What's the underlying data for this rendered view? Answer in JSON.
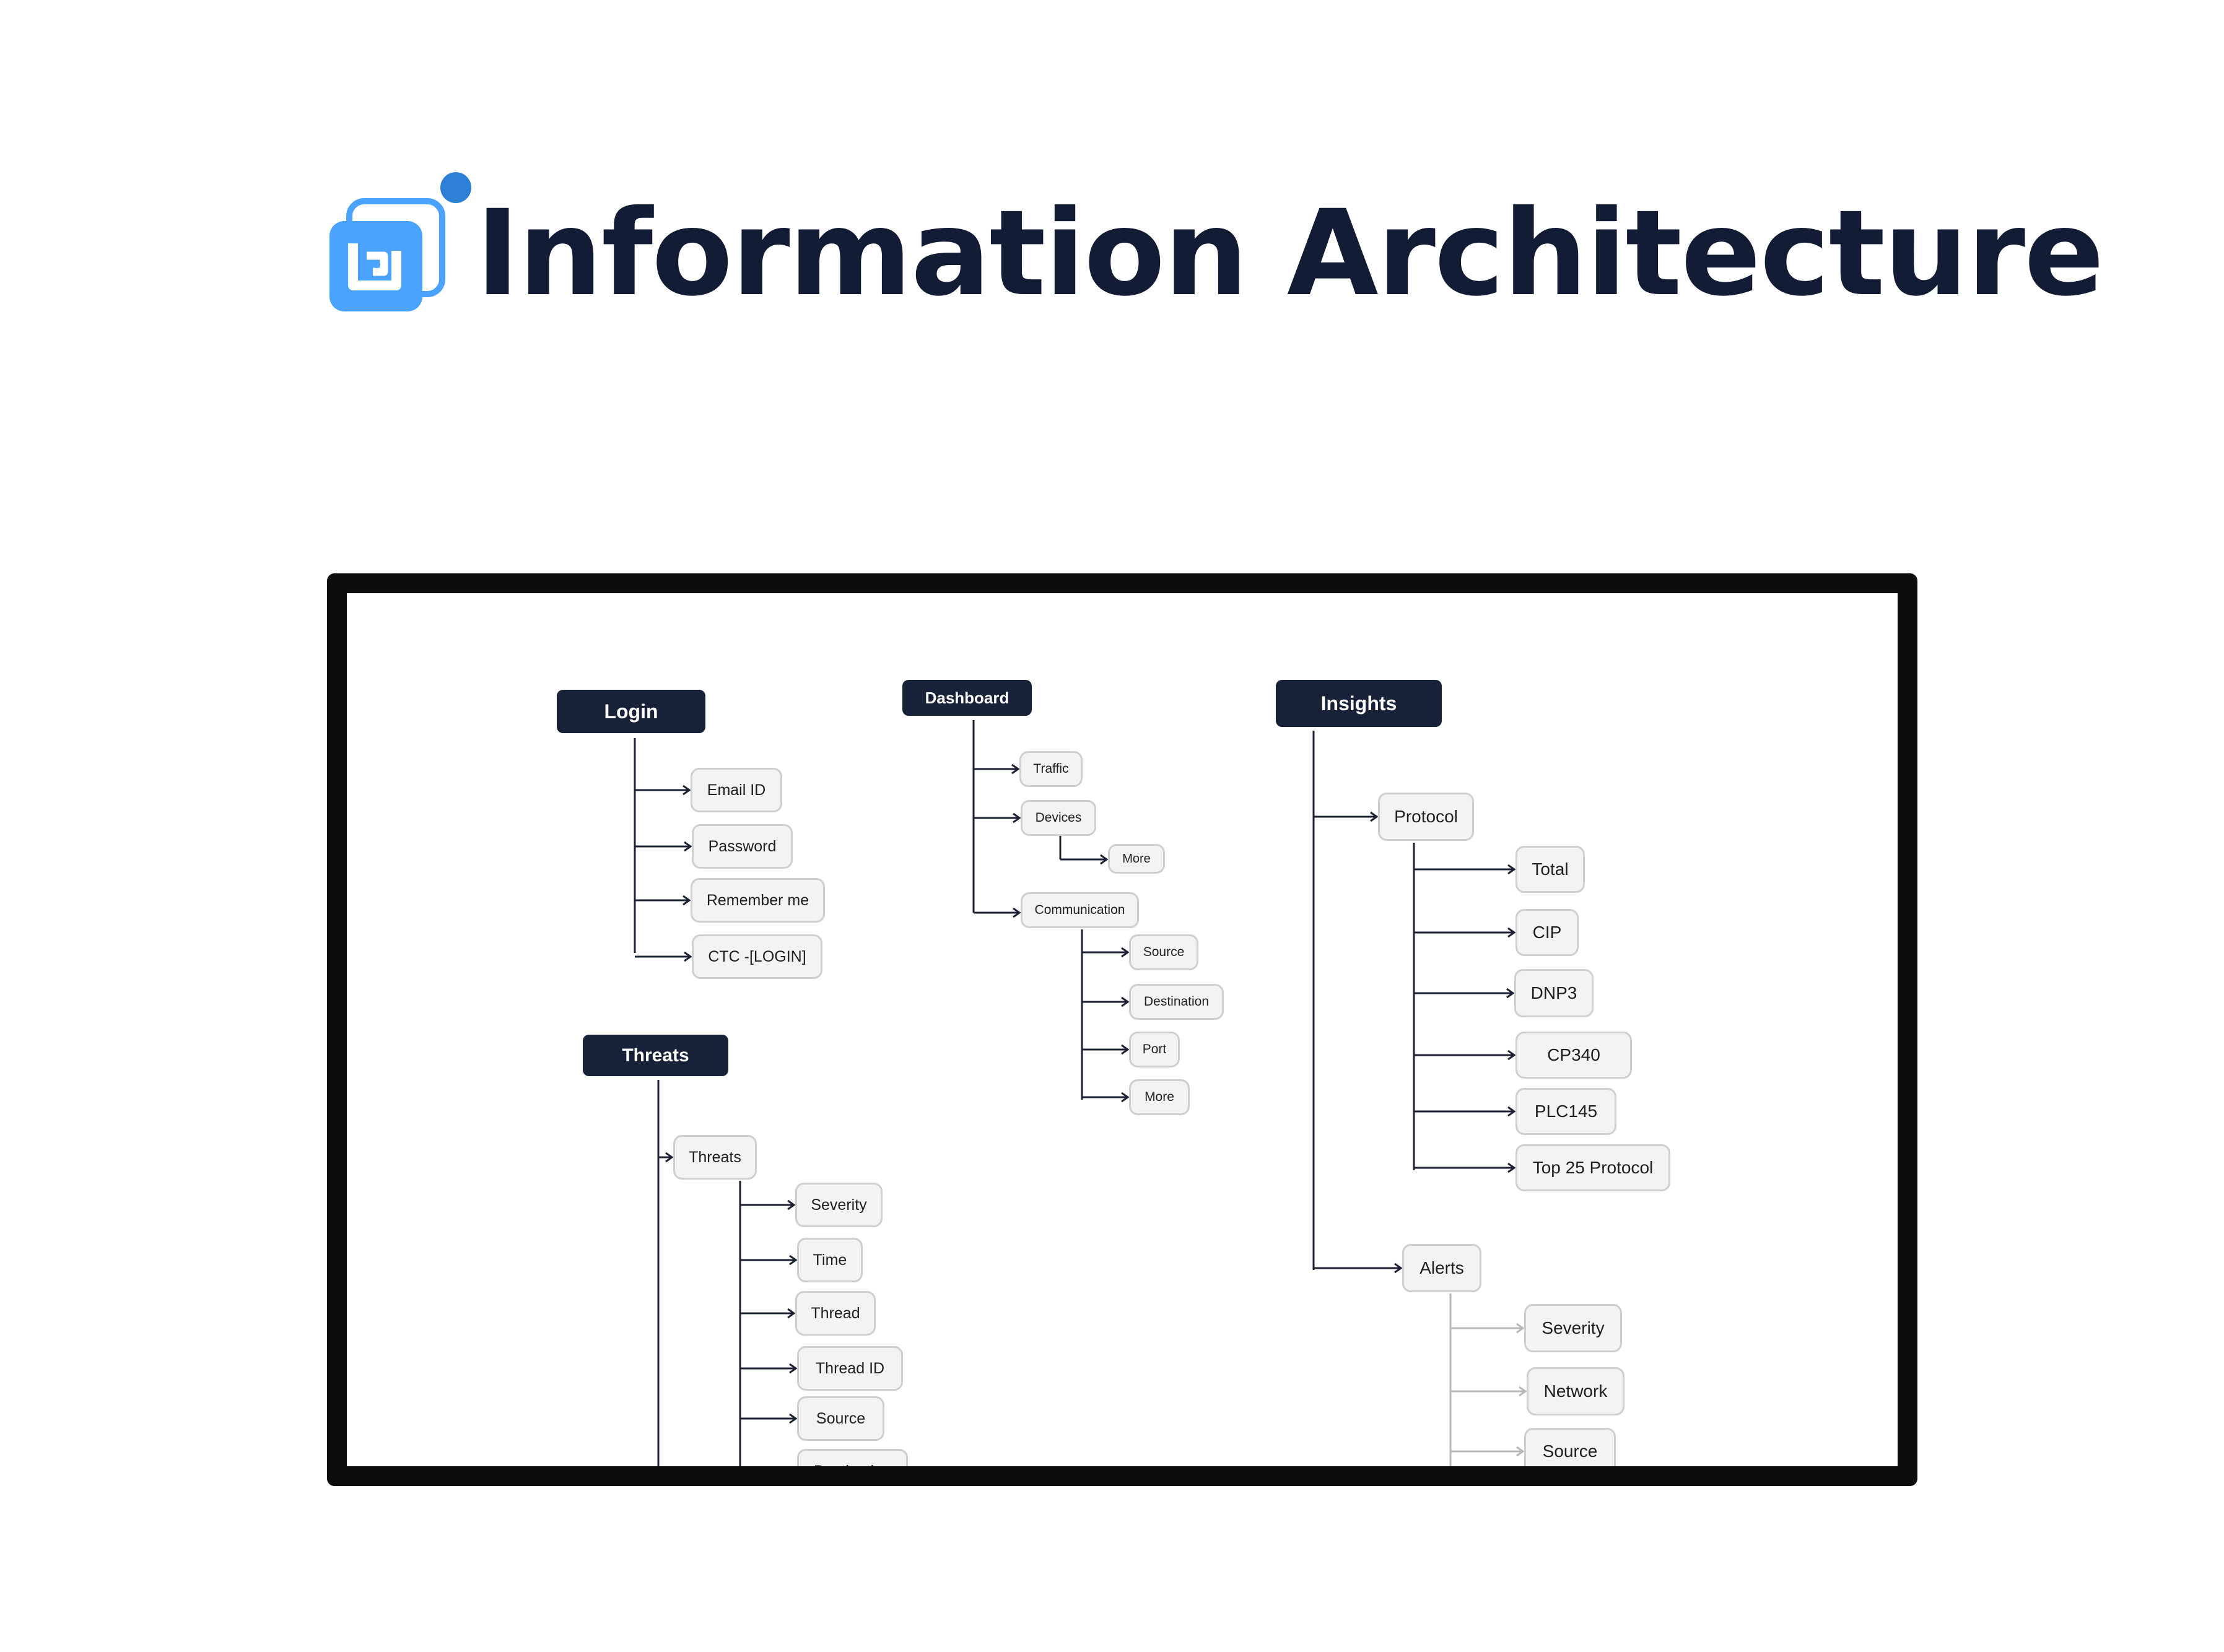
{
  "header": {
    "title": "Information Architecture",
    "logo_icon": "app-logo-icon",
    "colors": {
      "title": "#131c35",
      "logo_light": "#4aa3ff",
      "logo_dot": "#2e7fd6"
    }
  },
  "diagram": {
    "colors": {
      "header_bg": "#172238",
      "node_bg": "#f3f3f3",
      "node_border": "#cfcfcf",
      "connector": "#1c2233",
      "faded_connector": "#b8b8b8"
    },
    "sections": {
      "login": {
        "title": "Login",
        "items": [
          "Email ID",
          "Password",
          "Remember me",
          "CTC -[LOGIN]"
        ]
      },
      "dashboard": {
        "title": "Dashboard",
        "items": [
          "Traffic",
          "Devices",
          "More",
          "Communication",
          "Source",
          "Destination",
          "Port",
          "More"
        ]
      },
      "insights": {
        "title": "Insights",
        "items": [
          "Protocol",
          "Total",
          "CIP",
          "DNP3",
          "CP340",
          "PLC145",
          "Top 25 Protocol",
          "Alerts",
          "Severity",
          "Network",
          "Source"
        ]
      },
      "threats": {
        "title": "Threats",
        "items": [
          "Threats",
          "Severity",
          "Time",
          "Thread",
          "Thread ID",
          "Source",
          "Destination"
        ]
      }
    }
  }
}
